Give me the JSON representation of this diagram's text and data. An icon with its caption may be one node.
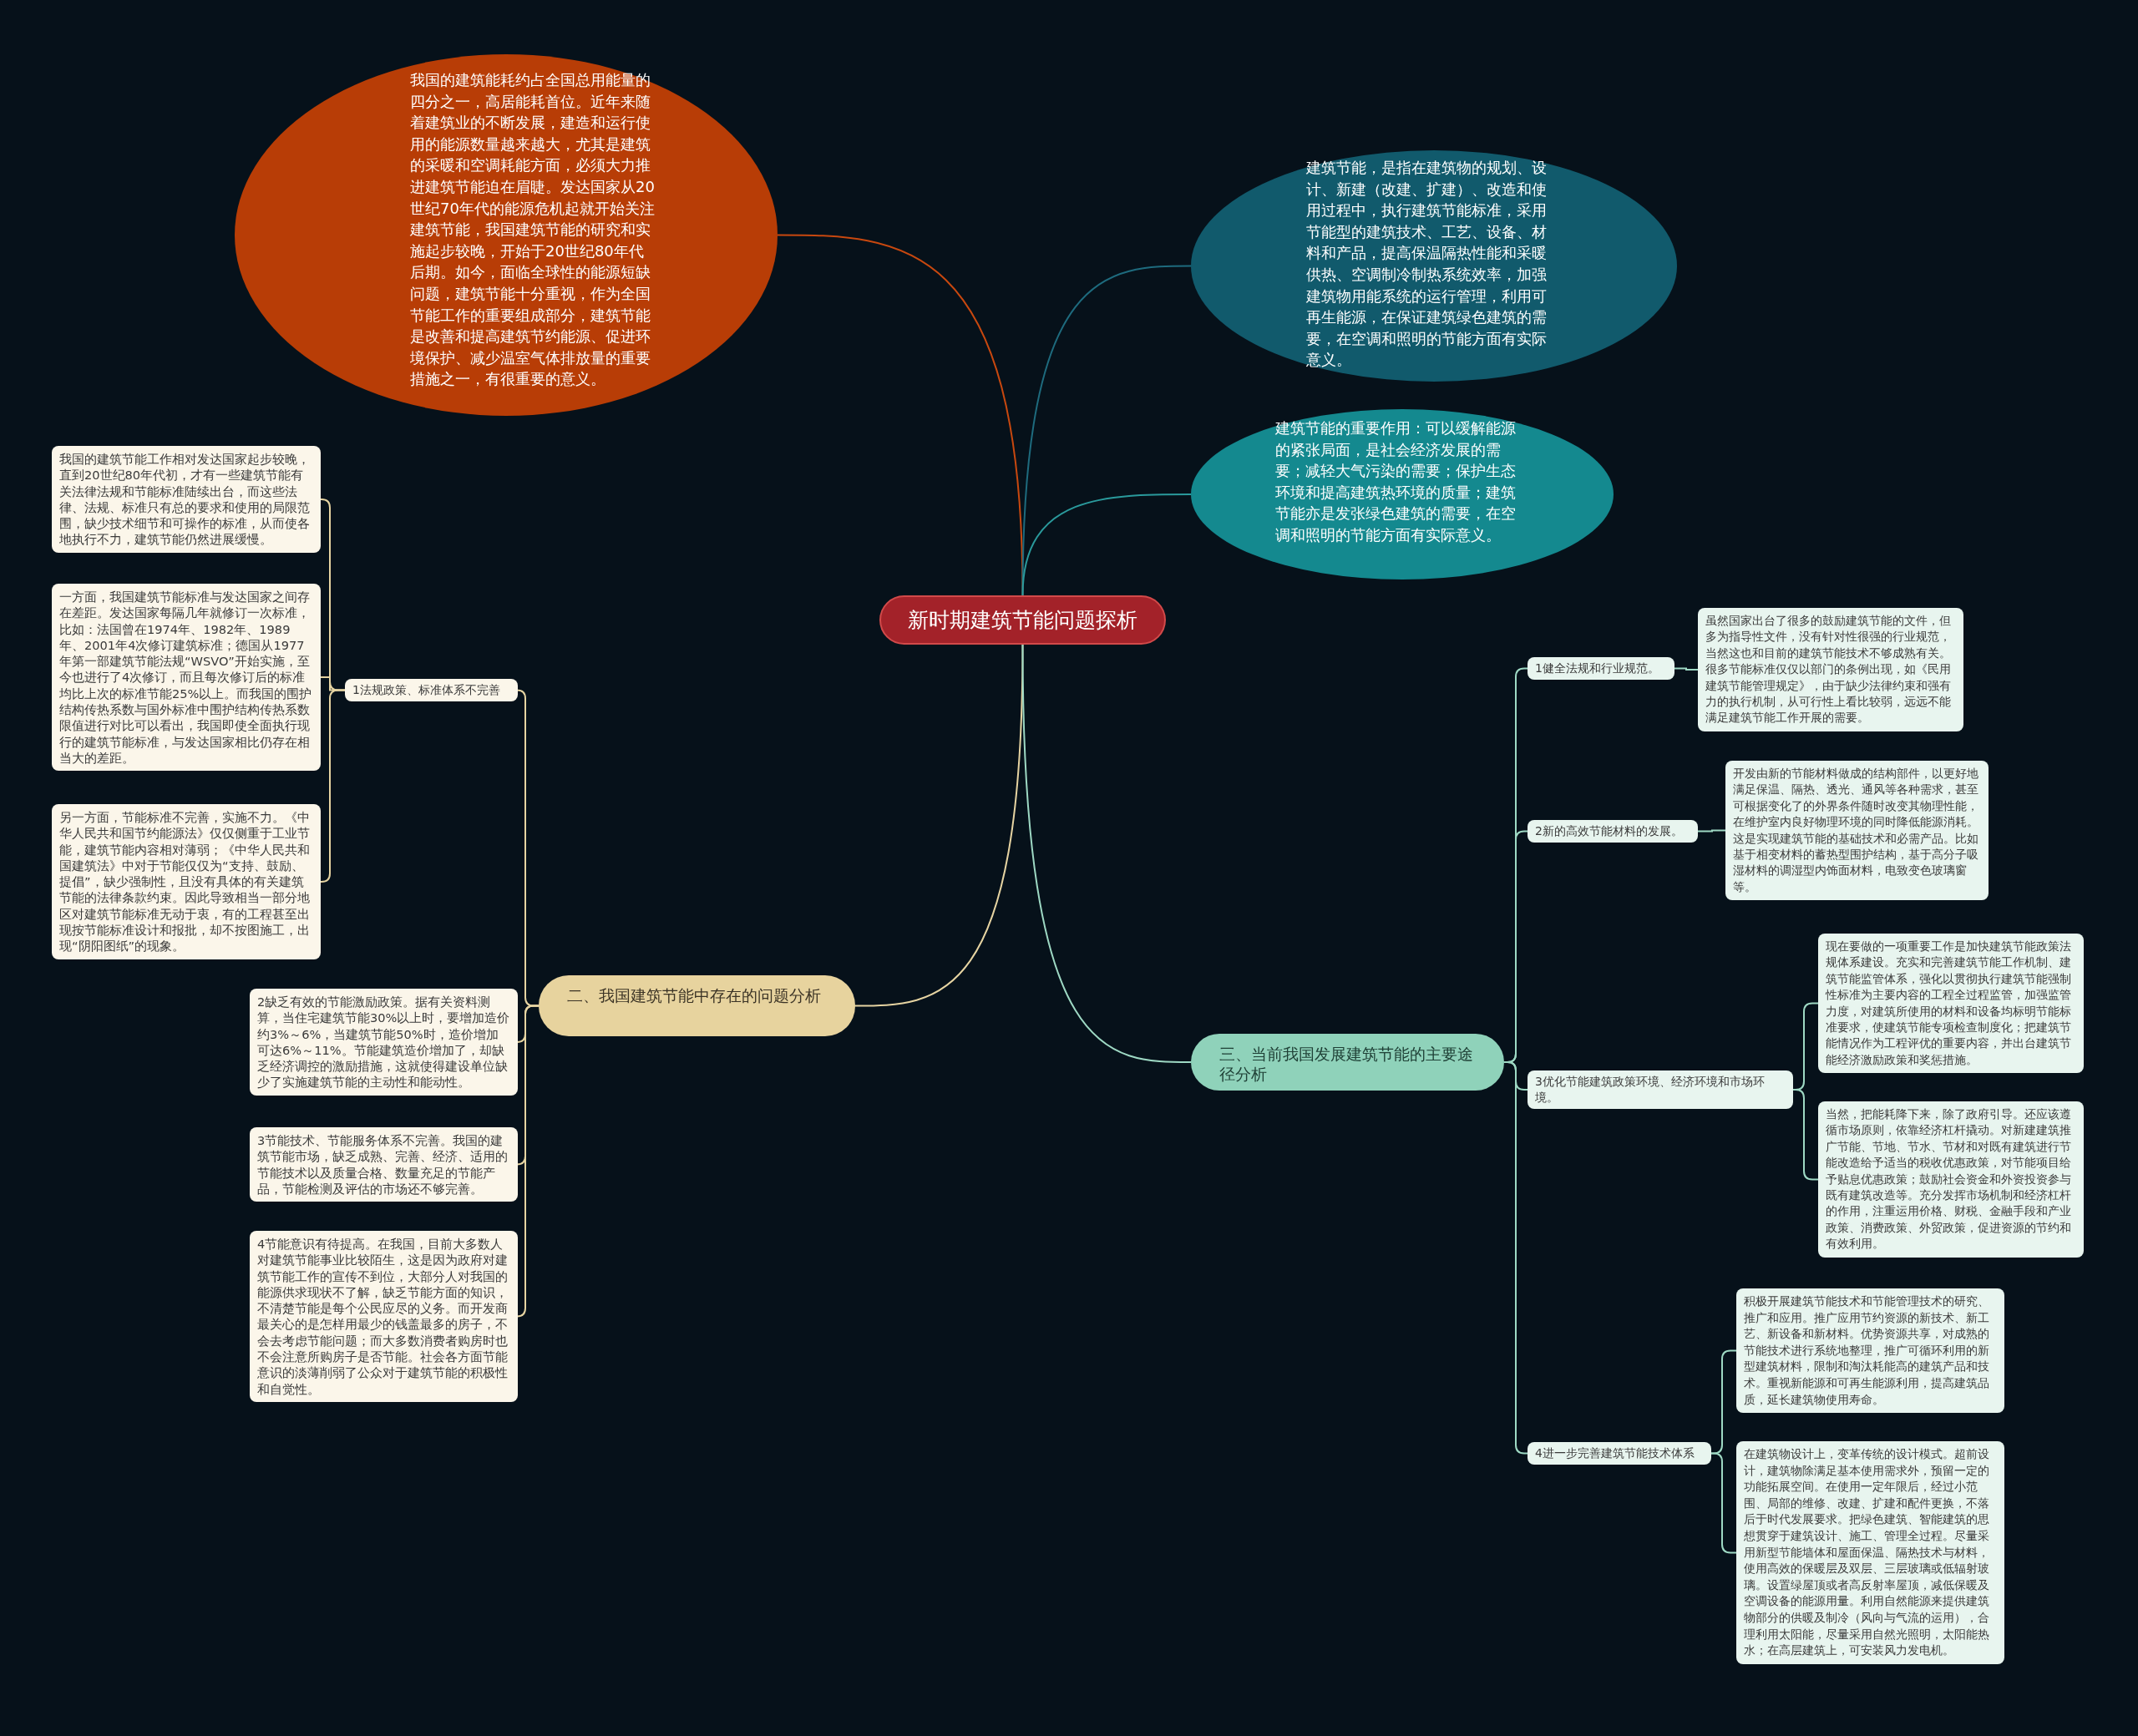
{
  "diagram": {
    "nodes": [
      {
        "text": [
          "新时期建筑节能问题探析"
        ]
      },
      {
        "text": [
          "我国的建筑能耗约占全国总用能量的四分之一，高居能耗首位。近年来随着建筑业的不断发展，建造和运行使用的能源数量越来越大，尤其是建筑的采暖和空调耗能方面，必须大力推进建筑节能迫在眉睫。发达国家从20世纪70年代的能源危机起就开始关注建筑节能，我国建筑节能的研究和实施起步较晚，开始于20世纪80年代后期。如今，面临全球性的能源短缺问题，建筑节能十分重视，作为全国节能工作的重要组成部分，建筑节能是改善和提高建筑节约能源、促进环境保护、减少温室气体排放量的重要措施之一，有很重要的意义。"
        ]
      },
      {
        "text": [
          "建筑节能，是指在建筑物的规划、设计、新建（改建、扩建）、改造和使用过程中，执行建筑节能标准，采用节能型的建筑技术、工艺、设备、材料和产品，提高保温隔热性能和采暖供热、空调制冷制热系统效率，加强建筑物用能系统的运行管理，利用可再生能源，在保证建筑绿色建筑的需要，在空调和照明的节能方面有实际意义。"
        ]
      },
      {
        "text": [
          "建筑节能的重要作用：可以缓解能源的紧张局面，是社会经济发展的需要；减轻大气污染的需要；保护生态环境和提高建筑热环境的质量；建筑节能亦是发张绿色建筑的需要，在空调和照明的节能方面有实际意义。"
        ]
      },
      {
        "text": [
          "二、我国建筑节能中存在的问题分析"
        ]
      },
      {
        "text": [
          "1法规政策、标准体系不完善"
        ]
      },
      {
        "text": [
          "我国的建筑节能工作相对发达国家起步较晚，直到20世纪80年代初，才有一些建筑节能有关法律法规和节能标准陆续出台，而这些法律、法规、标准只有总的要求和使用的局限范围，缺少技术细节和可操作的标准，从而使各地执行不力，建筑节能仍然进展缓慢。"
        ]
      },
      {
        "text": [
          "一方面，我国建筑节能标准与发达国家之间存在差距。发达国家每隔几年就修订一次标准，比如：法国曾在1974年、1982年、1989年、2001年4次修订建筑标准；德国从1977年第一部建筑节能法规“WSVO”开始实施，至今也进行了4次修订，而且每次修订后的标准均比上次的标准节能25%以上。而我国的围护结构传热系数与国外标准中围护结构传热系数限值进行对比可以看出，我国即使全面执行现行的建筑节能标准，与发达国家相比仍存在相当大的差距。"
        ]
      },
      {
        "text": [
          "另一方面，节能标准不完善，实施不力。《中华人民共和国节约能源法》仅仅侧重于工业节能，建筑节能内容相对薄弱；《中华人民共和国建筑法》中对于节能仅仅为“支持、鼓励、提倡”，缺少强制性，且没有具体的有关建筑节能的法律条款约束。因此导致相当一部分地区对建筑节能标准无动于衷，有的工程甚至出现按节能标准设计和报批，却不按图施工，出现“阴阳图纸”的现象。"
        ]
      },
      {
        "text": [
          "2缺乏有效的节能激励政策。据有关资料测算，当住宅建筑节能30%以上时，要增加造价约3%～6%，当建筑节能50%时，造价增加可达6%～11%。节能建筑造价增加了，却缺乏经济调控的激励措施，这就使得建设单位缺少了实施建筑节能的主动性和能动性。"
        ]
      },
      {
        "text": [
          "3节能技术、节能服务体系不完善。我国的建筑节能市场，缺乏成熟、完善、经济、适用的节能技术以及质量合格、数量充足的节能产品，节能检测及评估的市场还不够完善。"
        ]
      },
      {
        "text": [
          "4节能意识有待提高。在我国，目前大多数人对建筑节能事业比较陌生，这是因为政府对建筑节能工作的宣传不到位，大部分人对我国的能源供求现状不了解，缺乏节能方面的知识，不清楚节能是每个公民应尽的义务。而开发商最关心的是怎样用最少的钱盖最多的房子，不会去考虑节能问题；而大多数消费者购房时也不会注意所购房子是否节能。社会各方面节能意识的淡薄削弱了公众对于建筑节能的积极性和自觉性。"
        ]
      },
      {
        "text": [
          "三、当前我国发展建筑节能的主要途径分析"
        ]
      },
      {
        "text": [
          "1健全法规和行业规范。"
        ]
      },
      {
        "text": [
          "虽然国家出台了很多的鼓励建筑节能的文件，但多为指导性文件，没有针对性很强的行业规范，当然这也和目前的建筑节能技术不够成熟有关。很多节能标准仅仅以部门的条例出现，如《民用建筑节能管理规定》，由于缺少法律约束和强有力的执行机制，从可行性上看比较弱，远远不能满足建筑节能工作开展的需要。"
        ]
      },
      {
        "text": [
          "2新的高效节能材料的发展。"
        ]
      },
      {
        "text": [
          "开发由新的节能材料做成的结构部件，以更好地满足保温、隔热、透光、通风等各种需求，甚至可根据变化了的外界条件随时改变其物理性能，在维护室内良好物理环境的同时降低能源消耗。这是实现建筑节能的基础技术和必需产品。比如基于相变材料的蓄热型围护结构，基于高分子吸湿材料的调湿型内饰面材料，电致变色玻璃窗等。"
        ]
      },
      {
        "text": [
          "3优化节能建筑政策环境、经济环境和市场环境。"
        ]
      },
      {
        "text": [
          "现在要做的一项重要工作是加快建筑节能政策法规体系建设。充实和完善建筑节能工作机制、建筑节能监管体系，强化以贯彻执行建筑节能强制性标准为主要内容的工程全过程监管，加强监管力度，对建筑所使用的材料和设备均标明节能标准要求，使建筑节能专项检查制度化；把建筑节能情况作为工程评优的重要内容，并出台建筑节能经济激励政策和奖惩措施。"
        ]
      },
      {
        "text": [
          "当然，把能耗降下来，除了政府引导。还应该遵循市场原则，依靠经济杠杆撬动。对新建建筑推广节能、节地、节水、节材和对既有建筑进行节能改造给予适当的税收优惠政策，对节能项目给予贴息优惠政策；鼓励社会资金和外资投资参与既有建筑改造等。充分发挥市场机制和经济杠杆的作用，注重运用价格、财税、金融手段和产业政策、消费政策、外贸政策，促进资源的节约和有效利用。"
        ]
      },
      {
        "text": [
          "4进一步完善建筑节能技术体系"
        ]
      },
      {
        "text": [
          "积极开展建筑节能技术和节能管理技术的研究、推广和应用。推广应用节约资源的新技术、新工艺、新设备和新材料。优势资源共享，对成熟的节能技术进行系统地整理，推广可循环利用的新型建筑材料，限制和淘汰耗能高的建筑产品和技术。重视新能源和可再生能源利用，提高建筑品质，延长建筑物使用寿命。"
        ]
      },
      {
        "text": [
          "在建筑物设计上，变革传统的设计模式。超前设计，建筑物除满足基本使用需求外，预留一定的功能拓展空间。在使用一定年限后，经过小范围、局部的维修、改建、扩建和配件更换，不落后于时代发展要求。把绿色建筑、智能建筑的思想贯穿于建筑设计、施工、管理全过程。尽量采用新型节能墙体和屋面保温、隔热技术与材料，使用高效的保暖层及双层、三层玻璃或低辐射玻璃。设置绿屋顶或者高反射率屋顶，减低保暖及空调设备的能源用量。利用自然能源来提供建筑物部分的供暖及制冷（风向与气流的运用），合理利用太阳能，尽量采用自然光照明，太阳能热水；在高层建筑上，可安装风力发电机。"
        ]
      }
    ],
    "edges": [
      {
        "from": 0,
        "to": 1,
        "arrow": "none",
        "color": "#c8480f"
      },
      {
        "from": 0,
        "to": 2,
        "arrow": "none",
        "color": "#1e6b7e"
      },
      {
        "from": 0,
        "to": 3,
        "arrow": "none",
        "color": "#2a9a9c"
      },
      {
        "from": 0,
        "to": 4,
        "arrow": "none",
        "color": "#e6d4a2"
      },
      {
        "from": 0,
        "to": 12,
        "arrow": "none"
      },
      {
        "from": 4,
        "to": 5,
        "arrow": "none",
        "color": "#e6d4a2"
      },
      {
        "from": 5,
        "to": 6,
        "arrow": "none",
        "color": "#e6d4a2"
      },
      {
        "from": 5,
        "to": 7,
        "arrow": "none",
        "color": "#e6d4a2"
      },
      {
        "from": 5,
        "to": 8,
        "arrow": "none",
        "color": "#e6d4a2"
      },
      {
        "from": 4,
        "to": 9,
        "arrow": "none",
        "color": "#e6d4a2"
      },
      {
        "from": 4,
        "to": 10,
        "arrow": "none",
        "color": "#e6d4a2"
      },
      {
        "from": 4,
        "to": 11,
        "arrow": "none",
        "color": "#e6d4a2"
      },
      {
        "from": 12,
        "to": 13,
        "arrow": "none"
      },
      {
        "from": 13,
        "to": 14,
        "arrow": "none"
      },
      {
        "from": 12,
        "to": 15,
        "arrow": "none"
      },
      {
        "from": 15,
        "to": 16,
        "arrow": "none"
      },
      {
        "from": 12,
        "to": 17,
        "arrow": "none"
      },
      {
        "from": 17,
        "to": 18,
        "arrow": "none"
      },
      {
        "from": 17,
        "to": 19,
        "arrow": "none"
      },
      {
        "from": 12,
        "to": 20,
        "arrow": "none"
      },
      {
        "from": 20,
        "to": 21,
        "arrow": "none"
      },
      {
        "from": 20,
        "to": 22,
        "arrow": "none"
      }
    ]
  }
}
